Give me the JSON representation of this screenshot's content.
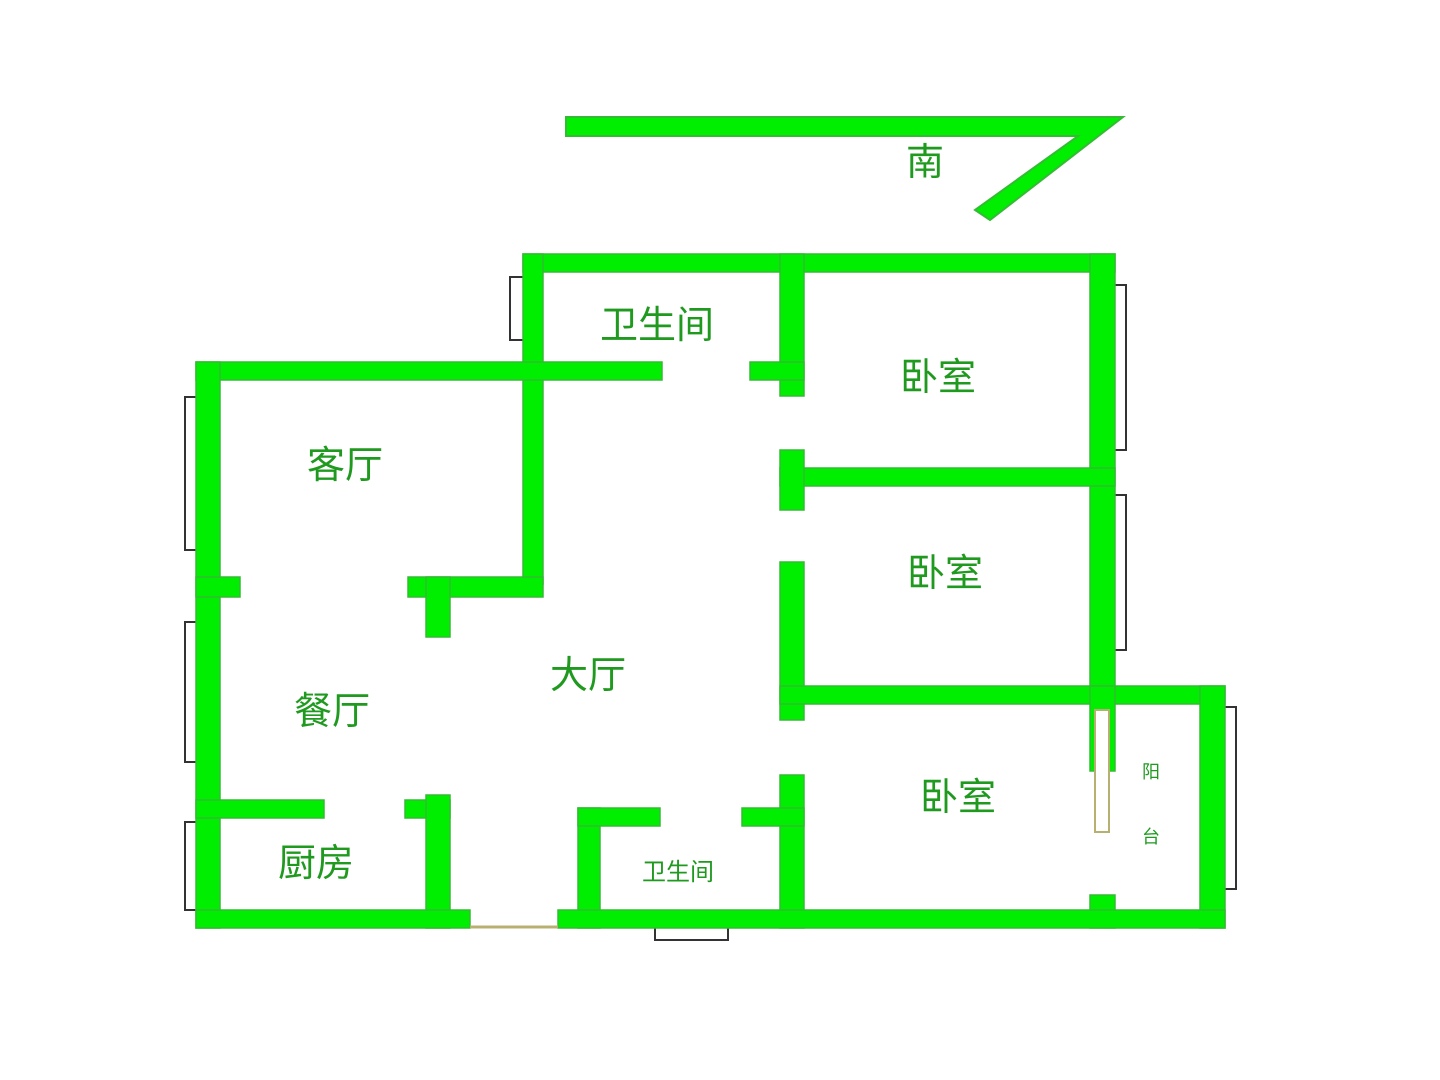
{
  "colors": {
    "wall": "#00ee00",
    "wall_edge": "#33bb33",
    "label": "#1f9a1f",
    "window_frame": "#333333",
    "door_line": "#b8b070"
  },
  "compass": {
    "label": "南",
    "icon": "south-arrow-icon"
  },
  "rooms": {
    "bathroom_top": "卫生间",
    "bedroom_1": "卧室",
    "living_room": "客厅",
    "bedroom_2": "卧室",
    "hall": "大厅",
    "dining_room": "餐厅",
    "bedroom_3": "卧室",
    "kitchen": "厨房",
    "bathroom_bottom": "卫生间",
    "balcony_1": "阳",
    "balcony_2": "台"
  }
}
